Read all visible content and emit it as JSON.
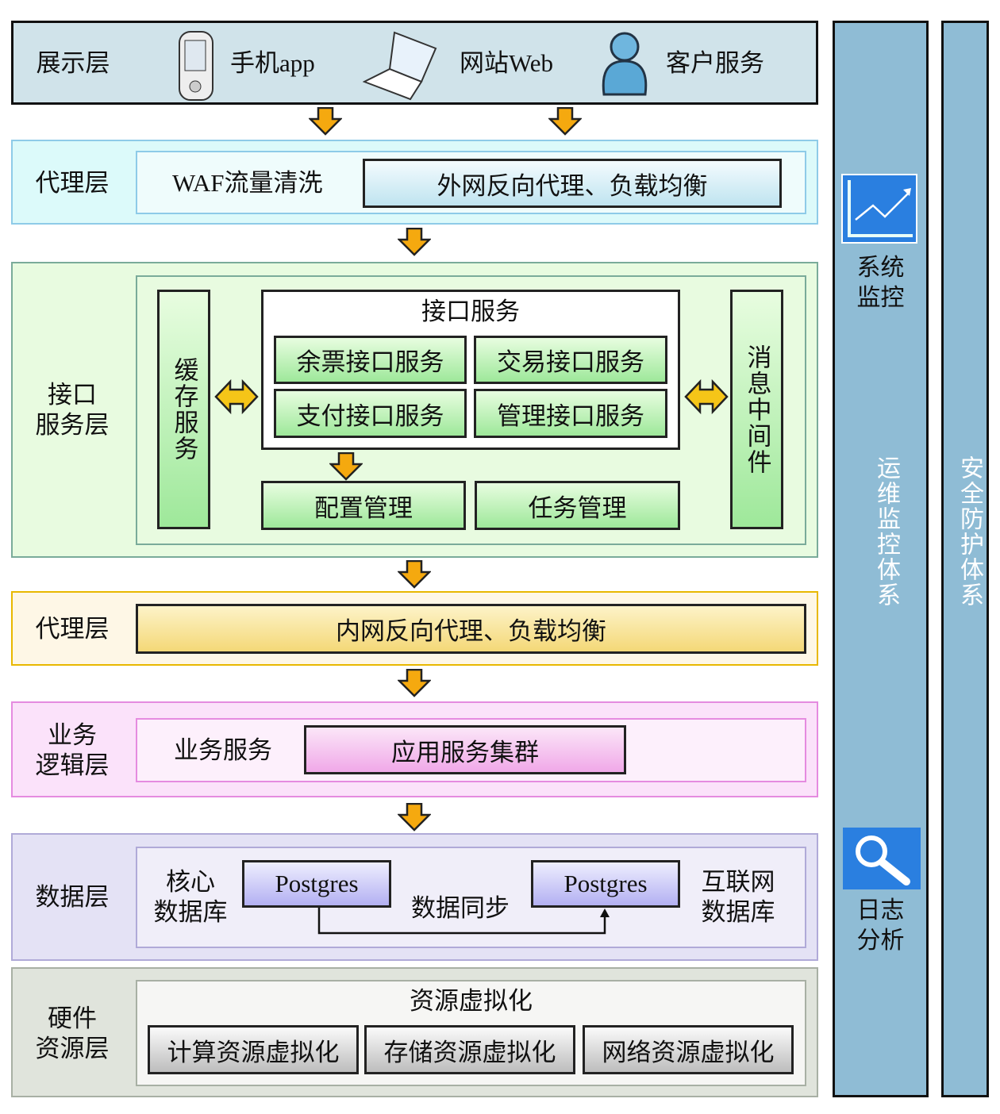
{
  "presentation": {
    "label": "展示层",
    "items": [
      {
        "label": "手机app",
        "icon": "phone-icon"
      },
      {
        "label": "网站Web",
        "icon": "laptop-icon"
      },
      {
        "label": "客户服务",
        "icon": "user-icon"
      }
    ]
  },
  "proxy_outer": {
    "label": "代理层",
    "waf": "WAF流量清洗",
    "box": "外网反向代理、负载均衡"
  },
  "interface": {
    "label": "接口\n服务层",
    "cache": "缓存服务",
    "group_title": "接口服务",
    "services": [
      "余票接口服务",
      "交易接口服务",
      "支付接口服务",
      "管理接口服务"
    ],
    "config": "配置管理",
    "task": "任务管理",
    "mq": "消息中间件"
  },
  "proxy_inner": {
    "label": "代理层",
    "box": "内网反向代理、负载均衡"
  },
  "business": {
    "label": "业务\n逻辑层",
    "service": "业务服务",
    "cluster": "应用服务集群"
  },
  "data": {
    "label": "数据层",
    "core": "核心\n数据库",
    "db1": "Postgres",
    "sync": "数据同步",
    "db2": "Postgres",
    "internet": "互联网\n数据库"
  },
  "hardware": {
    "label": "硬件\n资源层",
    "title": "资源虚拟化",
    "items": [
      "计算资源虚拟化",
      "存储资源虚拟化",
      "网络资源虚拟化"
    ]
  },
  "ops": {
    "label": "运维监控体系",
    "monitor": "系统\n监控",
    "log": "日志\n分析"
  },
  "security": {
    "label": "安全防护体系"
  },
  "colors": {
    "arrow": "#f5a90f",
    "side": "#8fbcd5"
  }
}
